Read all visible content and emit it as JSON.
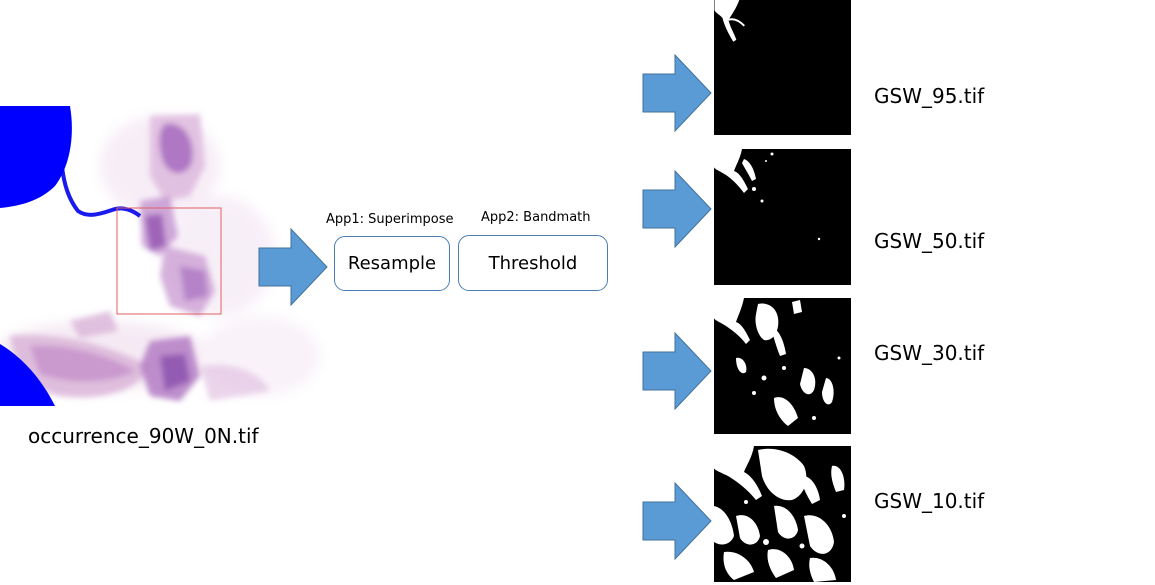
{
  "source": {
    "label": "occurrence_90W_0N.tif"
  },
  "apps": [
    {
      "caption": "App1: Superimpose",
      "box_label": "Resample"
    },
    {
      "caption": "App2: Bandmath",
      "box_label": "Threshold"
    }
  ],
  "outputs": [
    {
      "label": "GSW_95.tif",
      "threshold": 95
    },
    {
      "label": "GSW_50.tif",
      "threshold": 50
    },
    {
      "label": "GSW_30.tif",
      "threshold": 30
    },
    {
      "label": "GSW_10.tif",
      "threshold": 10
    }
  ],
  "colors": {
    "arrow": "#5b9bd5",
    "arrow_stroke": "#41719c",
    "box_border": "#4a7fb5",
    "water": "#0000ff",
    "occurrence": "#b07cc6",
    "roi": "#e06060"
  }
}
